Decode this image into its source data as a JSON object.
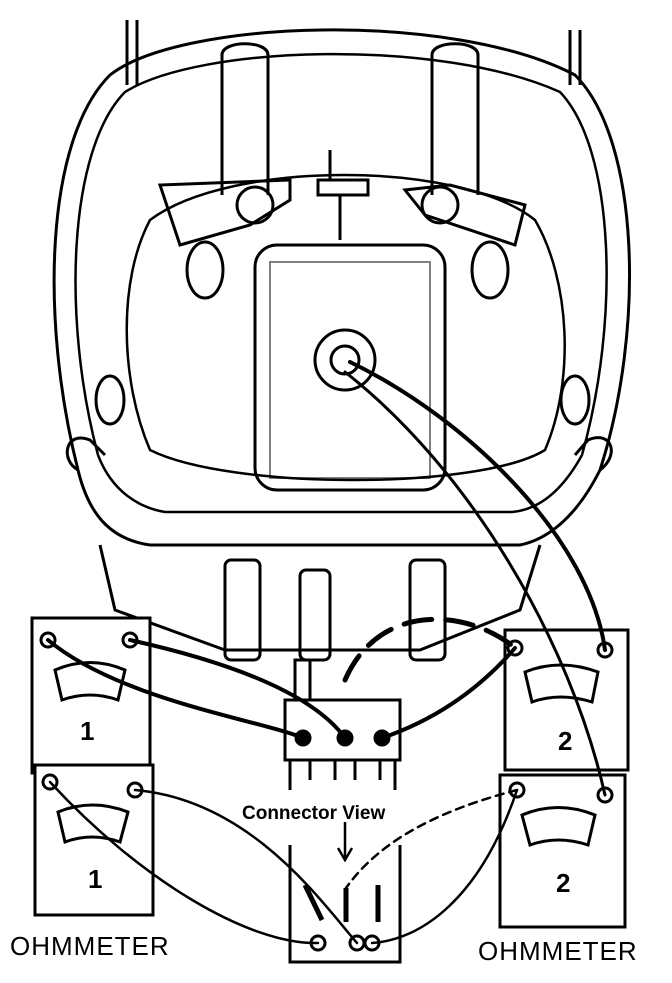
{
  "labels": {
    "meter_top_left": "1",
    "meter_top_right": "2",
    "meter_bottom_left": "1",
    "meter_bottom_right": "2",
    "caption_left": "OHMMETER",
    "caption_right": "OHMMETER",
    "connector_view": "Connector View"
  },
  "colors": {
    "ink": "#000000",
    "paper": "#ffffff"
  }
}
